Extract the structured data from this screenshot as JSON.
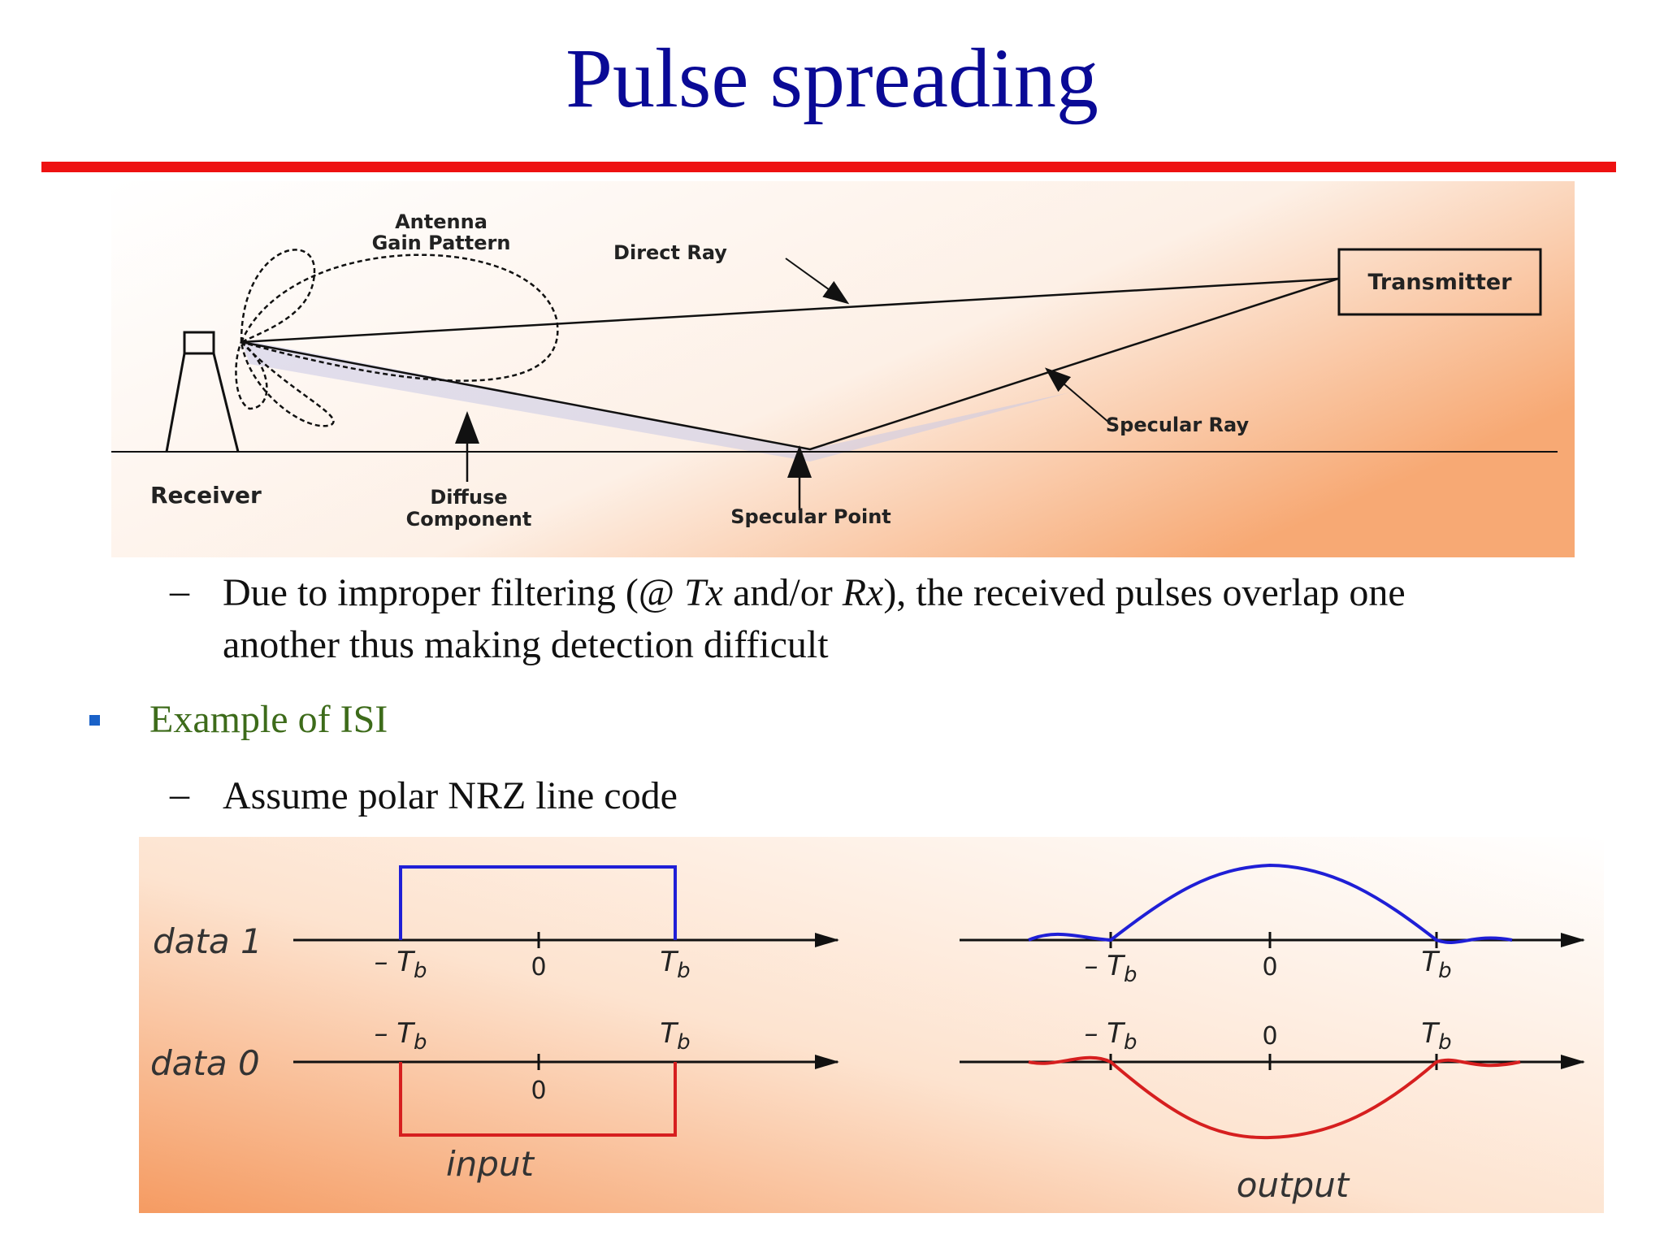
{
  "slide": {
    "title": "Pulse spreading"
  },
  "diagram1": {
    "antenna_label_1": "Antenna",
    "antenna_label_2": "Gain Pattern",
    "direct_ray": "Direct Ray",
    "transmitter": "Transmitter",
    "specular_ray": "Specular Ray",
    "receiver": "Receiver",
    "diffuse_1": "Diffuse",
    "diffuse_2": "Component",
    "specular_point": "Specular Point"
  },
  "text": {
    "dash1": "–",
    "line1_a": "Due to improper filtering (@ ",
    "line1_tx": "Tx",
    "line1_b": " and/or ",
    "line1_rx": "Rx",
    "line1_c": "), the received pulses overlap one",
    "line2": "another thus making detection difficult",
    "bullet": "Example of ISI",
    "dash2": "–",
    "line3": "Assume polar NRZ line code"
  },
  "diagram2": {
    "data1": "data 1",
    "data0": "data 0",
    "neg_tb": "– T",
    "tb": "T",
    "tb_sub": "b",
    "zero": "0",
    "input": "input",
    "output": "output",
    "colors": {
      "data1": "#1f1fd6",
      "data0": "#d61f1f"
    }
  }
}
